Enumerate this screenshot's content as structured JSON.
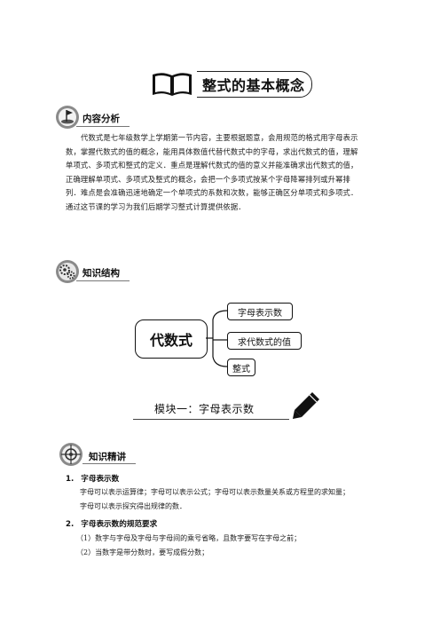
{
  "title": "整式的基本概念",
  "section1": {
    "heading": "内容分析",
    "paragraph": "代数式是七年级数学上学期第一节内容，主要根据题意，会用规范的格式用字母表示数，掌握代数式的值的概念，能用具体数值代替代数式中的字母，求出代数式的值，理解单项式、多项式和整式的定义．重点是理解代数式的值的意义并能准确求出代数式的值，正确理解单项式、多项式及整式的概念，会把一个多项式按某个字母降幂排列或升幂排列．难点是会准确迅速地确定一个单项式的系数和次数，能够正确区分单项式和多项式．通过这节课的学习为我们后期学习整式计算提供依据．"
  },
  "section2": {
    "heading": "知识结构",
    "mindmap": {
      "center": "代数式",
      "branches": [
        "字母表示数",
        "求代数式的值",
        "整式"
      ]
    }
  },
  "module": {
    "title": "模块一：字母表示数"
  },
  "section3": {
    "heading": "知识精讲",
    "items": [
      {
        "num": "1.",
        "title": "字母表示数",
        "lines": [
          "字母可以表示运算律；字母可以表示公式；字母可以表示数量关系或方程里的求知量；",
          "字母可以表示探究得出规律的数．"
        ]
      },
      {
        "num": "2.",
        "title": "字母表示数的规范要求",
        "lines": [
          "（1）数字与字母及字母与字母间的乘号省略，且数字要写在字母之前；",
          "（2）当数字是带分数时，要写成假分数；"
        ]
      }
    ]
  }
}
